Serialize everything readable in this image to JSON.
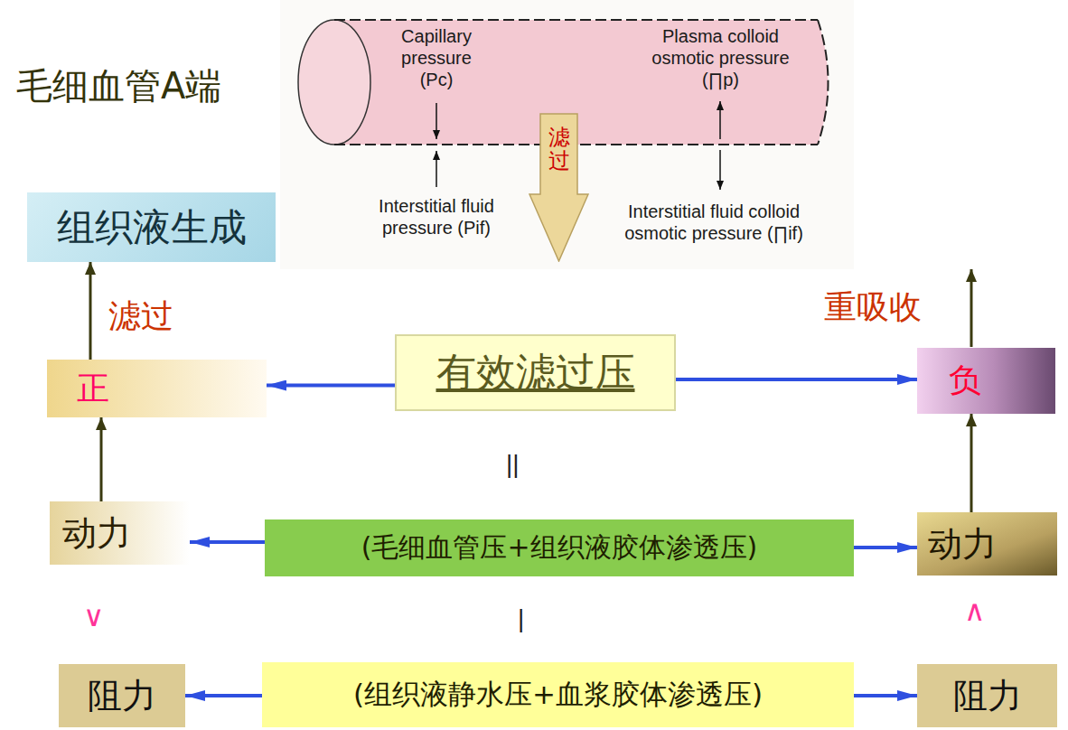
{
  "diagram": {
    "title": "毛细血管A端",
    "nodes": [
      {
        "text": [
          "滤过"
        ]
      },
      {
        "text": [
          "组织液生成"
        ]
      },
      {
        "text": [
          "正"
        ]
      },
      {
        "text": [
          "有效滤过压"
        ]
      },
      {
        "text": [
          "负"
        ]
      },
      {
        "text": [
          "动力"
        ]
      },
      {
        "text": [
          "(毛细血管压+组织液胶体渗透压)"
        ]
      },
      {
        "text": [
          "动力"
        ]
      },
      {
        "text": [
          "阻力"
        ]
      },
      {
        "text": [
          "(组织液静水压+血浆胶体渗透压)"
        ]
      },
      {
        "text": [
          "阻力"
        ]
      }
    ],
    "edges": [
      {
        "from": 2,
        "to": 1,
        "arrow": "to",
        "label": "滤过"
      },
      {
        "from": 3,
        "to": 2,
        "arrow": "to"
      },
      {
        "from": 3,
        "to": 4,
        "arrow": "to"
      },
      {
        "from": 5,
        "to": 2,
        "arrow": "to"
      },
      {
        "from": 6,
        "to": 5,
        "arrow": "to"
      },
      {
        "from": 6,
        "to": 7,
        "arrow": "to"
      },
      {
        "from": 7,
        "to": 4,
        "arrow": "to"
      },
      {
        "from": 9,
        "to": 8,
        "arrow": "to"
      },
      {
        "from": 9,
        "to": 10,
        "arrow": "to"
      }
    ],
    "labels": [
      "Capillary pressure (Pc)",
      "Plasma colloid osmotic pressure (∏p)",
      "Interstitial fluid pressure (Pif)",
      "Interstitial fluid colloid osmotic pressure (∏if)",
      "重吸收",
      "||",
      "|",
      "∨",
      "∧"
    ]
  }
}
